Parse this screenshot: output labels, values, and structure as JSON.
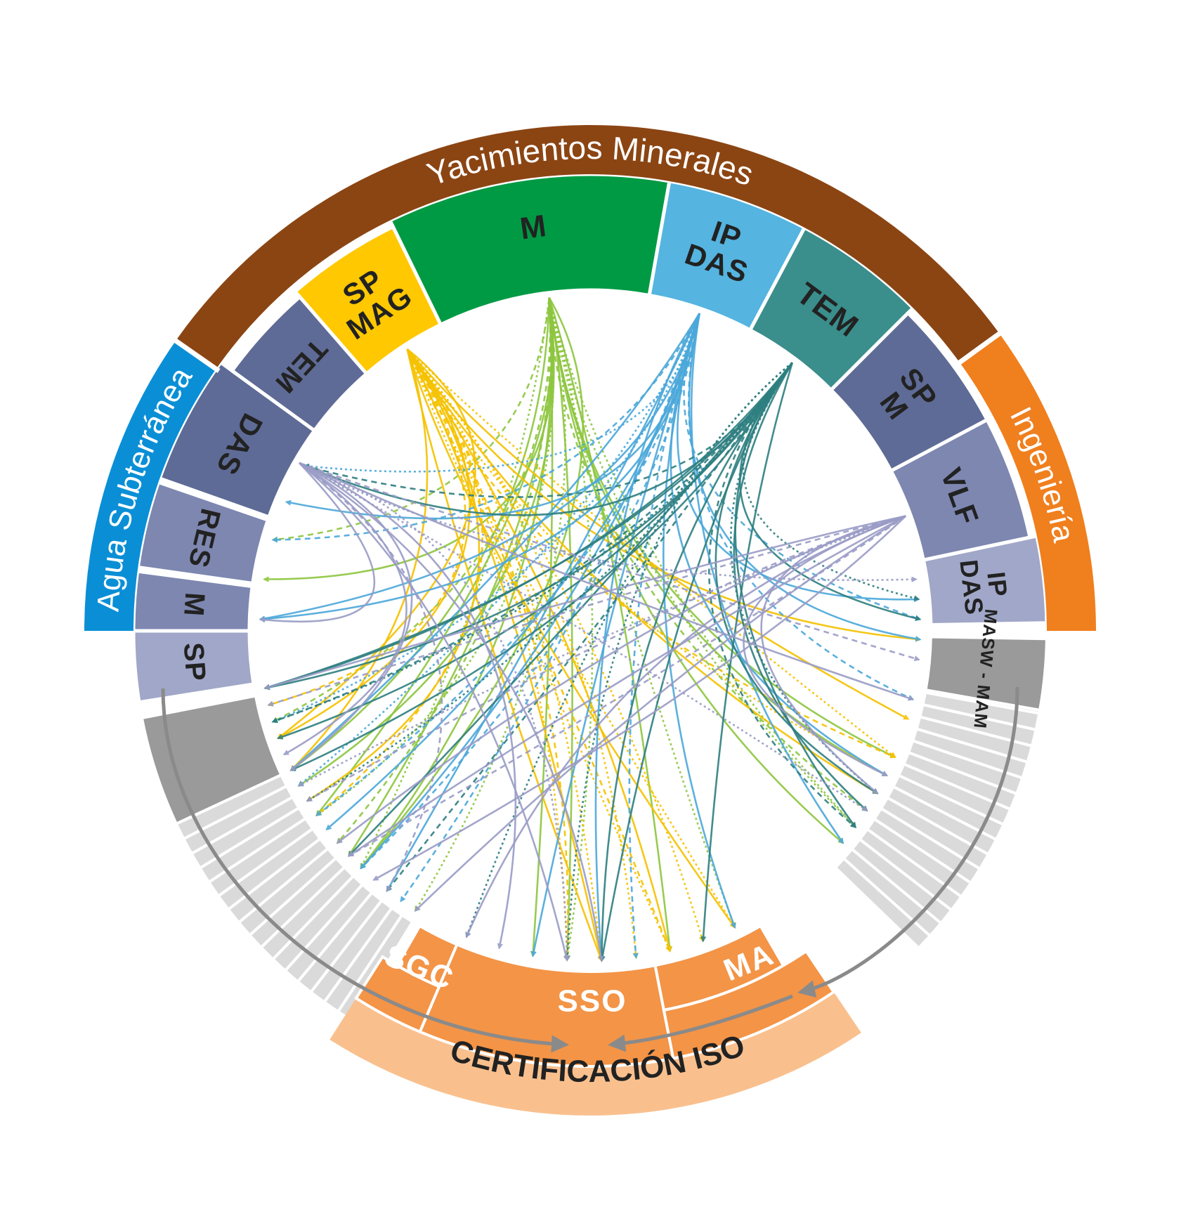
{
  "colors": {
    "brown": "#8B4513",
    "blue_ring": "#0A8FD6",
    "orange_ring": "#F07F1E",
    "yellow": "#FFC800",
    "green": "#009A44",
    "light_blue": "#55B4E0",
    "teal": "#3A8E8C",
    "slate_dark": "#5E6B96",
    "slate_mid": "#7D87B0",
    "slate_light": "#A0A7C8",
    "gray_dark": "#9A9A9A",
    "gray_light": "#DADADA",
    "orange": "#F39447",
    "orange_light": "#F9C08E",
    "link_lightgreen": "#8DC63F",
    "link_yellow": "#F5C200",
    "link_blue": "#4BA8DA",
    "link_teal": "#2E7F80",
    "link_lavender": "#9A9CC6"
  },
  "rings": {
    "mineral": "Yacimientos Minerales",
    "water": "Agua Subterránea",
    "engineering": "Ingeniería",
    "iso": "CERTIFICACIÓN ISO"
  },
  "segments": {
    "sp_mag": [
      "SP",
      "MAG"
    ],
    "m_green": "M",
    "ip_das_top": [
      "IP",
      "DAS"
    ],
    "tem_teal": "TEM",
    "tem_left": "TEM",
    "das_left": "DAS",
    "res_left": "RES",
    "m_left": "M",
    "sp_left": "SP",
    "sp_m_right": [
      "SP",
      "M"
    ],
    "vlf_right": "VLF",
    "ip_das_right": [
      "IP",
      "DAS"
    ],
    "masw": "MASW - MAM"
  },
  "iso_parts": {
    "sgc": "SGC",
    "sso": "SSO",
    "ma": "MA"
  }
}
